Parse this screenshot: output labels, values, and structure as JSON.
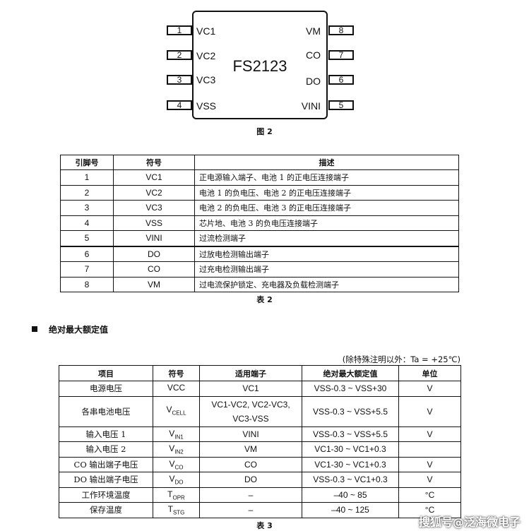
{
  "diagram": {
    "chip_name": "FS2123",
    "left_pins": [
      {
        "num": "1",
        "sym": "VC1"
      },
      {
        "num": "2",
        "sym": "VC2"
      },
      {
        "num": "3",
        "sym": "VC3"
      },
      {
        "num": "4",
        "sym": "VSS"
      }
    ],
    "right_pins": [
      {
        "num": "8",
        "sym": "VM"
      },
      {
        "num": "7",
        "sym": "CO"
      },
      {
        "num": "6",
        "sym": "DO"
      },
      {
        "num": "5",
        "sym": "VINI"
      }
    ],
    "caption": "图 2"
  },
  "table2": {
    "headers": [
      "引脚号",
      "符号",
      "描述"
    ],
    "rows": [
      {
        "pin": "1",
        "sym": "VC1",
        "desc": "正电源输入端子、电池 1 的正电压连接端子"
      },
      {
        "pin": "2",
        "sym": "VC2",
        "desc": "电池 1 的负电压、电池 2 的正电压连接端子"
      },
      {
        "pin": "3",
        "sym": "VC3",
        "desc": "电池 2 的负电压、电池 3 的正电压连接端子"
      },
      {
        "pin": "4",
        "sym": "VSS",
        "desc": "芯片地、电池 3 的负电压连接端子"
      },
      {
        "pin": "5",
        "sym": "VINI",
        "desc": "过流检测端子"
      },
      {
        "pin": "6",
        "sym": "DO",
        "desc": "过放电检测输出端子"
      },
      {
        "pin": "7",
        "sym": "CO",
        "desc": "过充电检测输出端子"
      },
      {
        "pin": "8",
        "sym": "VM",
        "desc": "过电流保护锁定、充电器及负载检测端子"
      }
    ],
    "caption": "表 2"
  },
  "section_title": "绝对最大额定值",
  "table3": {
    "note": "(除特殊注明以外：Ta = +25℃)",
    "headers": [
      "项目",
      "符号",
      "适用端子",
      "绝对最大额定值",
      "单位"
    ],
    "rows": [
      {
        "item": "电源电压",
        "sym": "VCC",
        "sym_sub": "",
        "term": "VC1",
        "rating": "VSS-0.3 ~ VSS+30",
        "unit": "V"
      },
      {
        "item": "各串电池电压",
        "sym": "V",
        "sym_sub": "CELL",
        "term": "VC1-VC2, VC2-VC3, VC3-VSS",
        "rating": "VSS-0.3 ~ VSS+5.5",
        "unit": "V"
      },
      {
        "item": "输入电压 1",
        "sym": "V",
        "sym_sub": "IN1",
        "term": "VINI",
        "rating": "VSS-0.3 ~ VSS+5.5",
        "unit": "V"
      },
      {
        "item": "输入电压 2",
        "sym": "V",
        "sym_sub": "IN2",
        "term": "VM",
        "rating": "VC1-30 ~ VC1+0.3",
        "unit": ""
      },
      {
        "item": "CO 输出端子电压",
        "sym": "V",
        "sym_sub": "CO",
        "term": "CO",
        "rating": "VC1-30 ~ VC1+0.3",
        "unit": "V"
      },
      {
        "item": "DO 输出端子电压",
        "sym": "V",
        "sym_sub": "DO",
        "term": "DO",
        "rating": "VSS-0.3 ~ VC1+0.3",
        "unit": "V"
      },
      {
        "item": "工作环境温度",
        "sym": "T",
        "sym_sub": "OPR",
        "term": "–",
        "rating": "–40 ~ 85",
        "unit": "°C"
      },
      {
        "item": "保存温度",
        "sym": "T",
        "sym_sub": "STG",
        "term": "–",
        "rating": "–40 ~ 125",
        "unit": "°C"
      }
    ],
    "caption": "表 3"
  },
  "watermark": "搜狐号@泛海微电子"
}
